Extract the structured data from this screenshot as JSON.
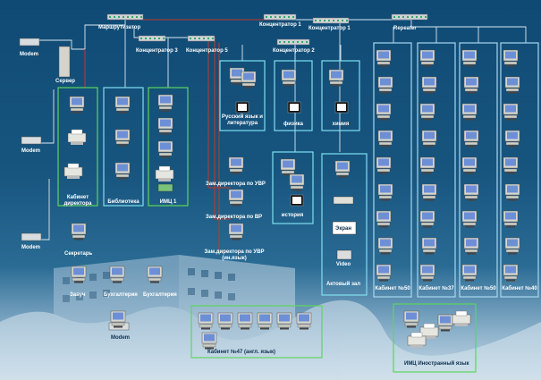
{
  "labels": {
    "modem_top": "Modem",
    "server": "Сервер",
    "router": "Маршрутизатор",
    "hub1": "Концентратор 1",
    "hub1b": "Концентратор 1",
    "hub2": "Концентратор 2",
    "hub3": "Концентратор 3",
    "hub5": "Концентратор 5",
    "repeater": "Repeater",
    "modem_mid": "Modem",
    "modem_low": "Modem",
    "director_office": "Кабинет директора",
    "library": "Библиотека",
    "imc1": "ИМЦ 1",
    "russian": "Русский язык и литература",
    "physics": "физика",
    "chemistry": "химия",
    "history": "история",
    "deputy_uvr": "Зам.директора по УВР",
    "deputy_vr": "Зам.директора по ВР",
    "deputy_uvr_foreign": "Зам.директора по УВР (ин.язык)",
    "secretary": "Секретарь",
    "zavuch": "Завуч",
    "accounting1": "Бухгалтерия",
    "accounting2": "Бухгалтерия",
    "modem_bottom": "Modem",
    "screen": "Экран",
    "video": "Video",
    "assembly_hall": "Актовый зал",
    "room_50": "Кабинет №50",
    "room_37": "Кабинет №37",
    "room_50b": "Кабинет №50",
    "room_40": "Кабинет №40",
    "room_47": "Кабинет №47 (англ. язык)",
    "imc_foreign": "ИМЦ Иностранный язык"
  },
  "colors": {
    "background": "#17557f",
    "link_red": "#c0392b",
    "link_white": "#dbe8f2",
    "frame_green": "#5cd65c",
    "frame_cyan": "#7fe0f0",
    "frame_blue": "#a8d8f0"
  }
}
